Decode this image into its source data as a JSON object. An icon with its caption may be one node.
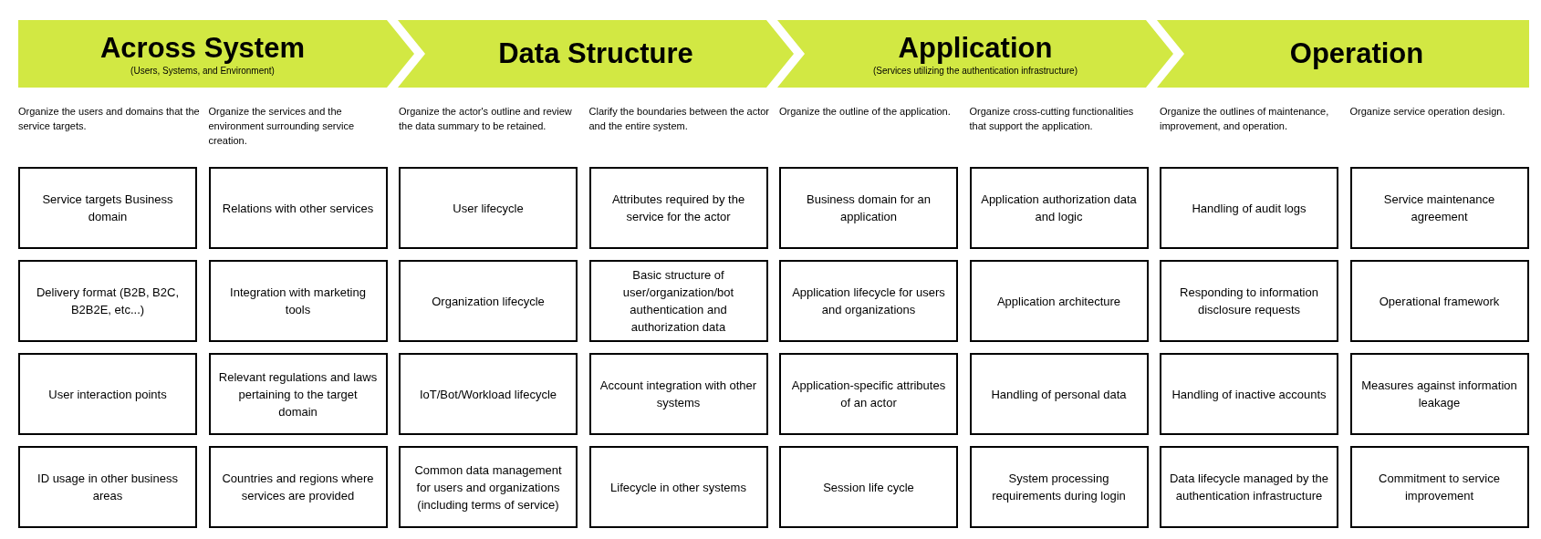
{
  "diagram": {
    "nodes": [
      {
        "text": [
          "Across System",
          "(Users, Systems, and Environment)"
        ]
      },
      {
        "text": [
          "Data Structure"
        ]
      },
      {
        "text": [
          "Application",
          "(Services utilizing the authentication infrastructure)"
        ]
      },
      {
        "text": [
          "Operation"
        ]
      },
      {
        "text": [
          "Service targets Business domain"
        ]
      },
      {
        "text": [
          "Relations with other services"
        ]
      },
      {
        "text": [
          "User lifecycle"
        ]
      },
      {
        "text": [
          "Attributes required by the service for the actor"
        ]
      },
      {
        "text": [
          "Business domain for an application"
        ]
      },
      {
        "text": [
          "Application authorization data and logic"
        ]
      },
      {
        "text": [
          "Handling of audit logs"
        ]
      },
      {
        "text": [
          "Service maintenance agreement"
        ]
      },
      {
        "text": [
          "Delivery format (B2B, B2C, B2B2E, etc...)"
        ]
      },
      {
        "text": [
          "Integration with marketing tools"
        ]
      },
      {
        "text": [
          "Organization lifecycle"
        ]
      },
      {
        "text": [
          "Basic structure of user/organization/bot authentication and authorization data"
        ]
      },
      {
        "text": [
          "Application lifecycle for users and organizations"
        ]
      },
      {
        "text": [
          "Application architecture"
        ]
      },
      {
        "text": [
          "Responding to information disclosure requests"
        ]
      },
      {
        "text": [
          "Operational framework"
        ]
      },
      {
        "text": [
          "User interaction points"
        ]
      },
      {
        "text": [
          "Relevant regulations and laws pertaining to the target domain"
        ]
      },
      {
        "text": [
          "IoT/Bot/Workload lifecycle"
        ]
      },
      {
        "text": [
          "Account integration with other systems"
        ]
      },
      {
        "text": [
          "Application-specific attributes of an actor"
        ]
      },
      {
        "text": [
          "Handling of personal data"
        ]
      },
      {
        "text": [
          "Handling of inactive accounts"
        ]
      },
      {
        "text": [
          "Measures against information leakage"
        ]
      },
      {
        "text": [
          "ID usage in other business areas"
        ]
      },
      {
        "text": [
          "Countries and regions where services are provided"
        ]
      },
      {
        "text": [
          "Common data management for users and organizations (including terms of service)"
        ]
      },
      {
        "text": [
          "Lifecycle in other systems"
        ]
      },
      {
        "text": [
          "Session life cycle"
        ]
      },
      {
        "text": [
          "System processing requirements during login"
        ]
      },
      {
        "text": [
          "Data lifecycle managed by the authentication infrastructure"
        ]
      },
      {
        "text": [
          "Commitment to service improvement"
        ]
      }
    ],
    "edges": [],
    "labels": [
      "Organize the users and domains that the service targets.",
      "Organize the services and the environment surrounding service creation.",
      "Organize the actor's outline and review the data summary to be retained.",
      "Clarify the boundaries between the actor and the entire system.",
      "Organize the outline of the application.",
      "Organize cross-cutting functionalities that support the application.",
      "Organize the outlines of maintenance, improvement, and operation.",
      "Organize service operation design."
    ]
  }
}
